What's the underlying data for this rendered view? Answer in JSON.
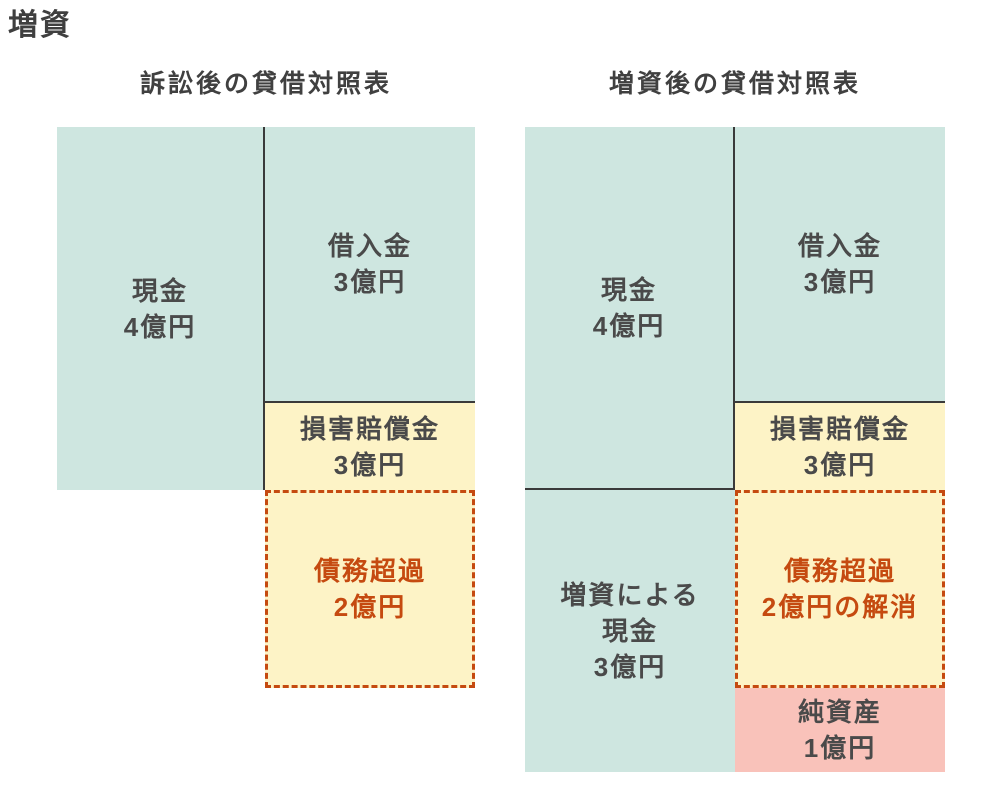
{
  "title": "増資",
  "colors": {
    "teal": "#cee6e0",
    "yellow": "#fdf3c6",
    "pink": "#f9c2ba",
    "accent_red": "#c54a10",
    "text_dark": "#4a4a4a",
    "line_dark": "#3a3a3a"
  },
  "before": {
    "subtitle": "訴訟後の貸借対照表",
    "cash": {
      "lines": [
        "現金",
        "4億円"
      ]
    },
    "loan": {
      "lines": [
        "借入金",
        "3億円"
      ]
    },
    "damages": {
      "lines": [
        "損害賠償金",
        "3億円"
      ]
    },
    "insolvency": {
      "lines": [
        "債務超過",
        "2億円"
      ]
    }
  },
  "after": {
    "subtitle": "増資後の貸借対照表",
    "cash": {
      "lines": [
        "現金",
        "4億円"
      ]
    },
    "new_cash": {
      "lines": [
        "増資による",
        "現金",
        "3億円"
      ]
    },
    "loan": {
      "lines": [
        "借入金",
        "3億円"
      ]
    },
    "damages": {
      "lines": [
        "損害賠償金",
        "3億円"
      ]
    },
    "insolvency_resolved": {
      "lines": [
        "債務超過",
        "2億円の解消"
      ]
    },
    "net_assets": {
      "lines": [
        "純資産",
        "1億円"
      ]
    }
  }
}
